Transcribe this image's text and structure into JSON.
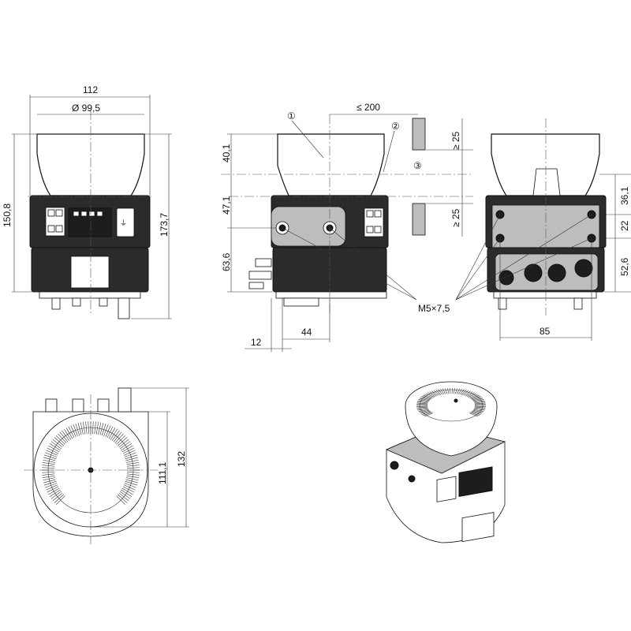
{
  "front_view": {
    "width_outer": "112",
    "diameter_hood": "Ø 99,5",
    "height_total": "150,8",
    "height_with_connectors": "173,7"
  },
  "side_view": {
    "field_limit": "≤ 200",
    "hood_height": "40,1",
    "mid_height": "47,1",
    "lower_height": "63,6",
    "clearance_top": "≥ 25",
    "clearance_bottom": "≥ 25",
    "offset_left": "12",
    "hole_spacing": "44",
    "callout_1": "①",
    "callout_2": "②",
    "callout_3": "③",
    "thread_label": "M5×7,5"
  },
  "rear_view": {
    "dim_upper": "36,1",
    "dim_hole": "22",
    "dim_lower": "52,6",
    "hole_spacing": "85"
  },
  "top_view": {
    "depth_inner": "111,1",
    "depth_total": "132"
  }
}
